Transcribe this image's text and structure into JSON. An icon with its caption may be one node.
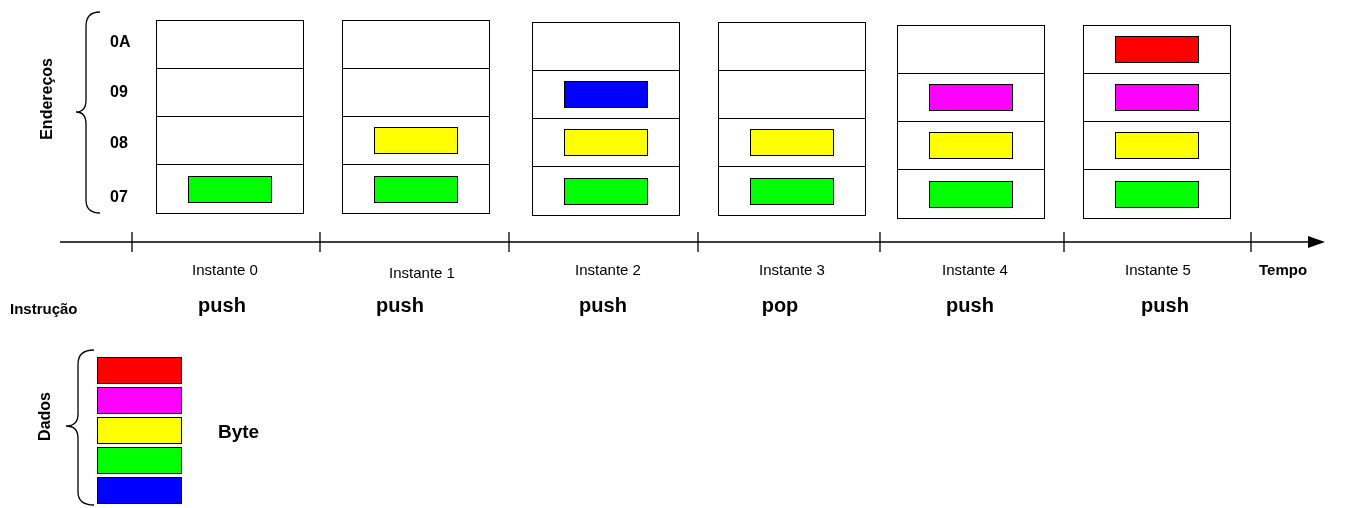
{
  "diagram": {
    "nodes": [
      {
        "text": [],
        "shape": "box"
      },
      {
        "text": [],
        "shape": "box",
        "in": 0
      },
      {
        "text": [],
        "shape": "box",
        "in": 0
      },
      {
        "text": [],
        "shape": "box",
        "in": 0
      },
      {
        "text": [],
        "shape": "box",
        "in": 0
      },
      {
        "text": [],
        "shape": "bar",
        "in": 4
      },
      {
        "text": [],
        "shape": "box"
      },
      {
        "text": [],
        "shape": "box",
        "in": 6
      },
      {
        "text": [],
        "shape": "box",
        "in": 6
      },
      {
        "text": [],
        "shape": "box",
        "in": 6
      },
      {
        "text": [],
        "shape": "box",
        "in": 6
      },
      {
        "text": [],
        "shape": "bar",
        "in": 9
      },
      {
        "text": [],
        "shape": "bar",
        "in": 10
      },
      {
        "text": [],
        "shape": "box"
      },
      {
        "text": [],
        "shape": "box",
        "in": 13
      },
      {
        "text": [],
        "shape": "box",
        "in": 13
      },
      {
        "text": [],
        "shape": "box",
        "in": 13
      },
      {
        "text": [],
        "shape": "box",
        "in": 13
      },
      {
        "text": [],
        "shape": "bar",
        "in": 15
      },
      {
        "text": [],
        "shape": "bar",
        "in": 16
      },
      {
        "text": [],
        "shape": "bar",
        "in": 17
      },
      {
        "text": [],
        "shape": "box"
      },
      {
        "text": [],
        "shape": "box",
        "in": 21
      },
      {
        "text": [],
        "shape": "box",
        "in": 21
      },
      {
        "text": [],
        "shape": "box",
        "in": 21
      },
      {
        "text": [],
        "shape": "box",
        "in": 21
      },
      {
        "text": [],
        "shape": "bar",
        "in": 24
      },
      {
        "text": [],
        "shape": "bar",
        "in": 25
      },
      {
        "text": [],
        "shape": "box"
      },
      {
        "text": [],
        "shape": "box",
        "in": 28
      },
      {
        "text": [],
        "shape": "box",
        "in": 28
      },
      {
        "text": [],
        "shape": "box",
        "in": 28
      },
      {
        "text": [],
        "shape": "box",
        "in": 28
      },
      {
        "text": [],
        "shape": "bar",
        "in": 30
      },
      {
        "text": [],
        "shape": "bar",
        "in": 31
      },
      {
        "text": [],
        "shape": "bar",
        "in": 32
      },
      {
        "text": [],
        "shape": "box"
      },
      {
        "text": [],
        "shape": "box",
        "in": 36
      },
      {
        "text": [],
        "shape": "box",
        "in": 36
      },
      {
        "text": [],
        "shape": "box",
        "in": 36
      },
      {
        "text": [],
        "shape": "box",
        "in": 36
      },
      {
        "text": [],
        "shape": "bar",
        "in": 37
      },
      {
        "text": [],
        "shape": "bar",
        "in": 38
      },
      {
        "text": [],
        "shape": "bar",
        "in": 39
      },
      {
        "text": [],
        "shape": "bar",
        "in": 40
      },
      {
        "text": [],
        "shape": "bar"
      },
      {
        "text": [],
        "shape": "bar"
      },
      {
        "text": [],
        "shape": "bar"
      },
      {
        "text": [],
        "shape": "bar"
      },
      {
        "text": [],
        "shape": "bar"
      }
    ],
    "labels": [
      "Endereços",
      "0A",
      "09",
      "08",
      "07",
      "Instante 0",
      "Instante 1",
      "Instante 2",
      "Instante 3",
      "Instante 4",
      "Instante 5",
      "Tempo",
      "Instrução",
      "push",
      "push",
      "push",
      "pop",
      "push",
      "push",
      "Dados",
      "Byte"
    ]
  }
}
